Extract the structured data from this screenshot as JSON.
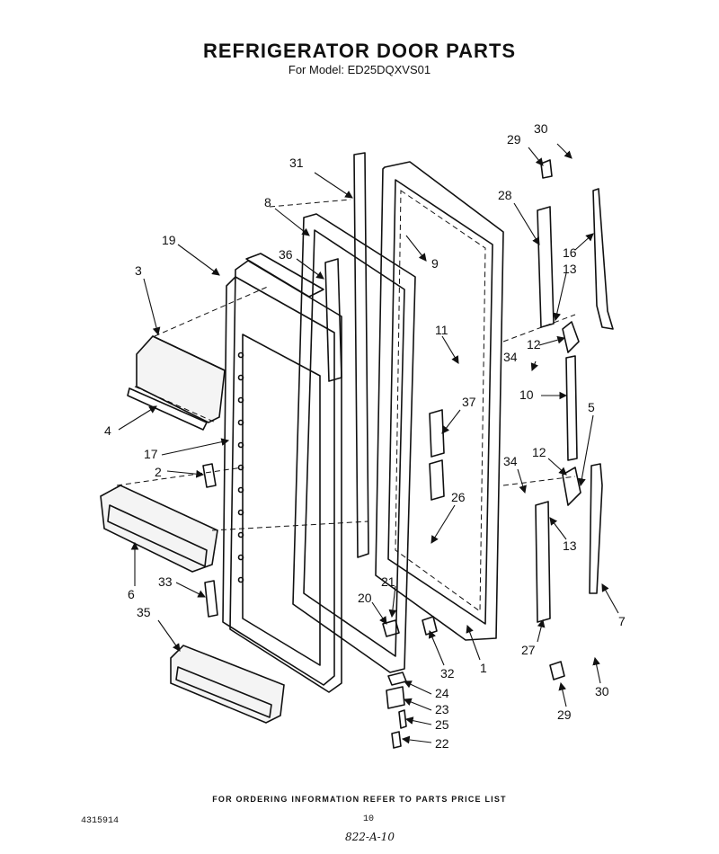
{
  "header": {
    "title": "REFRIGERATOR DOOR PARTS",
    "subtitle": "For Model: ED25DQXVS01"
  },
  "footer": {
    "note": "FOR ORDERING INFORMATION REFER TO PARTS PRICE LIST",
    "doc_number": "4315914",
    "page_number": "10",
    "handwritten_code": "822-A-10"
  },
  "callouts": [
    "31",
    "8",
    "19",
    "36",
    "3",
    "9",
    "4",
    "17",
    "2",
    "6",
    "33",
    "35",
    "30",
    "29",
    "28",
    "16",
    "13",
    "12",
    "34",
    "10",
    "11",
    "37",
    "5",
    "26",
    "21",
    "20",
    "32",
    "1",
    "24",
    "23",
    "25",
    "22",
    "27",
    "7"
  ]
}
